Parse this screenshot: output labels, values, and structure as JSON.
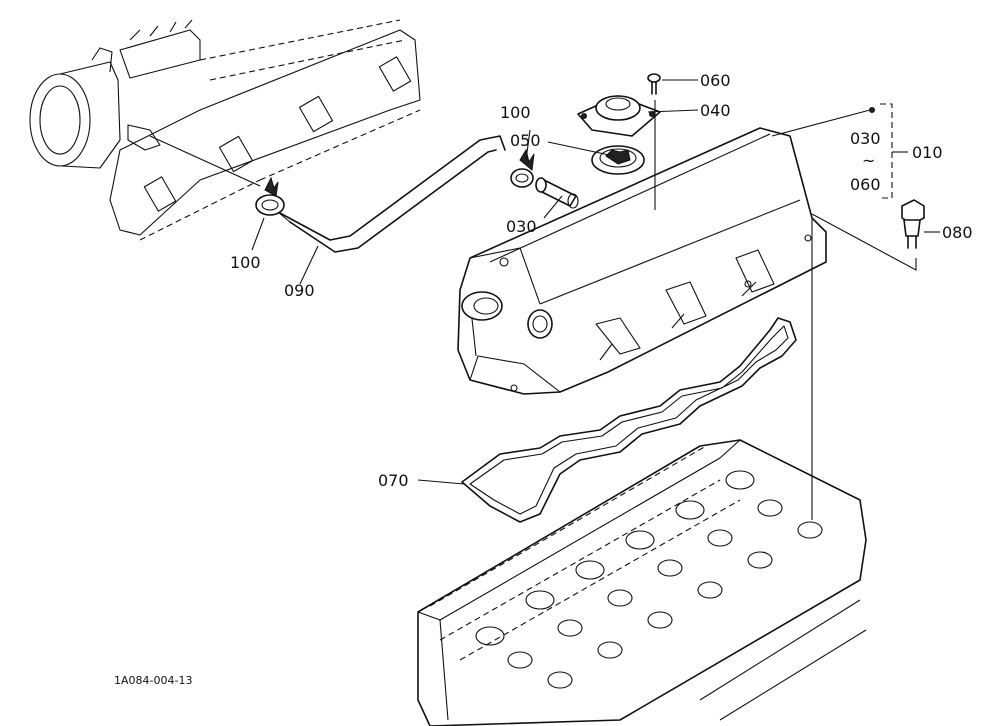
{
  "diagram_code": "1A084-004-13",
  "callouts": {
    "p060": "060",
    "p040": "040",
    "p100_top": "100",
    "p050": "050",
    "p030": "030",
    "p100_left": "100",
    "p090": "090",
    "p070": "070",
    "p080": "080",
    "range_start": "030",
    "range_tilde": "~",
    "range_end": "060",
    "p010": "010"
  }
}
